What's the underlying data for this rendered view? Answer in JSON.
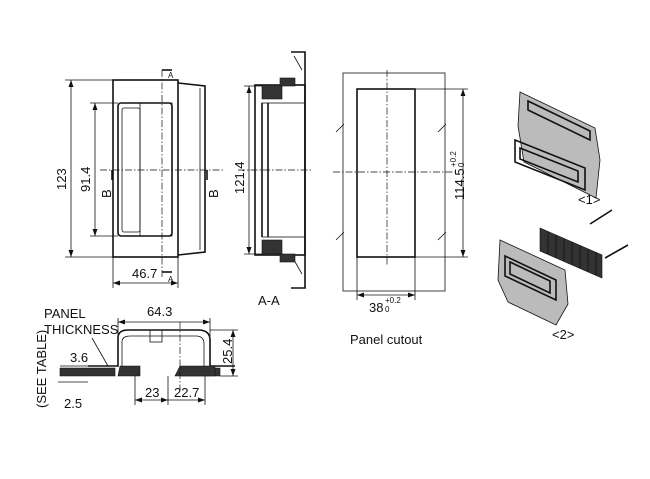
{
  "front_view": {
    "height_overall": "123",
    "height_inner": "91.4",
    "width": "46.7",
    "section_letter_left": "B",
    "section_letter_right": "B",
    "section_marker_top": "A",
    "section_marker_bottom": "A"
  },
  "section_aa": {
    "height": "121.4",
    "label": "A-A"
  },
  "panel_cutout": {
    "height": "114.5",
    "height_tol_upper": "+0.2",
    "height_tol_lower": "0",
    "width": "38",
    "width_tol_upper": "+0.2",
    "width_tol_lower": "0",
    "label": "Panel cutout"
  },
  "section_bb": {
    "overall_width": "64.3",
    "height": "25.4",
    "dim_3_6": "3.6",
    "dim_2_5": "2.5",
    "dim_23": "23",
    "dim_22_7": "22.7",
    "panel_label_1": "PANEL",
    "panel_label_2": "THICKNESS",
    "see_table": "(SEE TABLE)"
  },
  "iso_views": {
    "label_1": "<1>",
    "label_2": "<2>"
  }
}
